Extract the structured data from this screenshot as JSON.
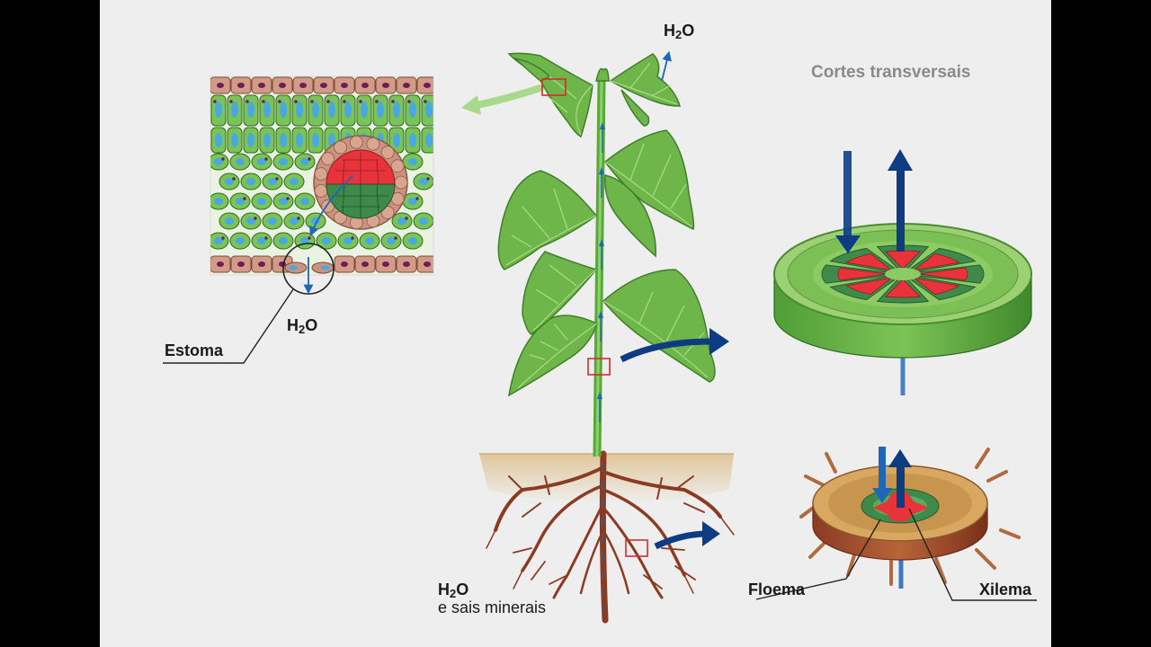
{
  "title": "Cortes transversais",
  "labels": {
    "h2o_top": {
      "base": "H",
      "sub": "2",
      "tail": "O"
    },
    "h2o_leaf": {
      "base": "H",
      "sub": "2",
      "tail": "O"
    },
    "h2o_root_line1": {
      "base": "H",
      "sub": "2",
      "tail": "O"
    },
    "root_line2": "e sais minerais",
    "estoma": "Estoma",
    "floema": "Floema",
    "xilema": "Xilema"
  },
  "colors": {
    "background": "#eeeeee",
    "leaf_green": "#6fb64a",
    "cell_green": "#7cc356",
    "xylem_red": "#e8333a",
    "phloem_green": "#3d8a4a",
    "arrow_blue": "#0d3c82",
    "soil": "#e8d2ad",
    "root_brown": "#8a3b22",
    "epidermis": "#c9937f"
  }
}
